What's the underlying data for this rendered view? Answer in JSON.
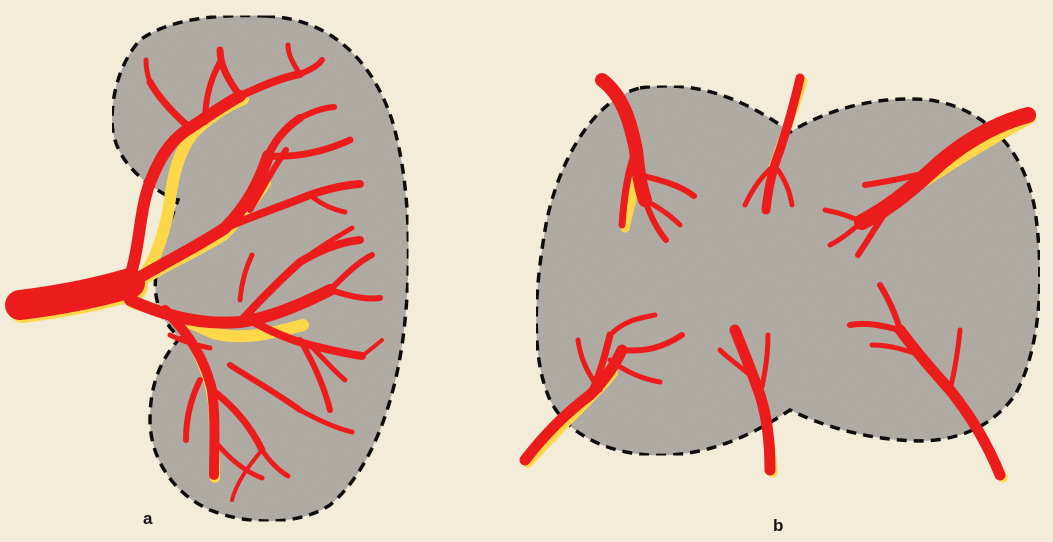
{
  "panels": [
    {
      "id": "a",
      "caption": "a"
    },
    {
      "id": "b",
      "caption": "b"
    }
  ],
  "colors": {
    "background": "#f3ecd9",
    "organ_fill": "#b6b1a9",
    "outline": "#111111",
    "vessel": "#ec1c1c",
    "vessel_highlight": "#ffd84a"
  }
}
